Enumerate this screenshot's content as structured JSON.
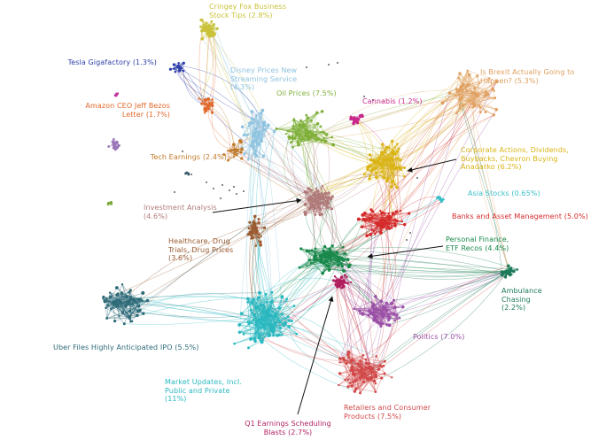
{
  "diagram": {
    "type": "network-graph",
    "clusters": [
      {
        "id": "cringey",
        "lines": [
          "Cringey Fox Business",
          "Stock Tips (2.8%)"
        ],
        "color": "#c9c23a",
        "align": "left"
      },
      {
        "id": "tesla",
        "lines": [
          "Tesla Gigafactory (1.3%)"
        ],
        "color": "#2d3fa8",
        "align": "right"
      },
      {
        "id": "disney",
        "lines": [
          "Disney Prices New",
          "Streaming Service",
          "(4.3%)"
        ],
        "color": "#8ec3e0",
        "align": "left"
      },
      {
        "id": "brexit",
        "lines": [
          "Is Brexit Actually Going to",
          "Happen? (5.3%)"
        ],
        "color": "#e0a060",
        "align": "left"
      },
      {
        "id": "bezos",
        "lines": [
          "Amazon CEO Jeff Bezos",
          "Letter (1.7%)"
        ],
        "color": "#e0682a",
        "align": "right"
      },
      {
        "id": "oil",
        "lines": [
          "Oil Prices (7.5%)"
        ],
        "color": "#7fb03a",
        "align": "left"
      },
      {
        "id": "cannabis",
        "lines": [
          "Cannabis (1.2%)"
        ],
        "color": "#c8288a",
        "align": "left"
      },
      {
        "id": "corporate",
        "lines": [
          "Corporate Actions, Dividends,",
          "Buybacks, Chevron Buying",
          "Anadarko (6.2%)"
        ],
        "color": "#d9b414",
        "align": "left"
      },
      {
        "id": "tech",
        "lines": [
          "Tech Earnings (2.4%)"
        ],
        "color": "#c07a2a",
        "align": "right"
      },
      {
        "id": "asia",
        "lines": [
          "Asia Stocks (0.65%)"
        ],
        "color": "#3cc0c8",
        "align": "left"
      },
      {
        "id": "investment",
        "lines": [
          "Investment Analysis",
          "(4.6%)"
        ],
        "color": "#b07a7a",
        "align": "left"
      },
      {
        "id": "banks",
        "lines": [
          "Banks and Asset Management (5.0%)"
        ],
        "color": "#d42a2a",
        "align": "left"
      },
      {
        "id": "healthcare",
        "lines": [
          "Healthcare, Drug",
          "Trials, Drug Prices",
          "(3.6%)"
        ],
        "color": "#9a5a30",
        "align": "left"
      },
      {
        "id": "personal",
        "lines": [
          "Personal Finance,",
          "ETF Recos (4.4%)"
        ],
        "color": "#18884a",
        "align": "left"
      },
      {
        "id": "ambulance",
        "lines": [
          "Ambulance",
          "Chasing",
          "(2.2%)"
        ],
        "color": "#1d7a58",
        "align": "left"
      },
      {
        "id": "uber",
        "lines": [
          "Uber Files Highly Anticipated IPO (5.5%)"
        ],
        "color": "#2e6a78",
        "align": "left"
      },
      {
        "id": "politics",
        "lines": [
          "Politics (7.0%)"
        ],
        "color": "#9a50a6",
        "align": "left"
      },
      {
        "id": "market",
        "lines": [
          "Market Updates, Incl.",
          "Public and Private",
          "(11%)"
        ],
        "color": "#2ab8c0",
        "align": "left"
      },
      {
        "id": "retailers",
        "lines": [
          "Retailers and Consumer",
          "Products (7.5%)"
        ],
        "color": "#d24848",
        "align": "left"
      },
      {
        "id": "q1",
        "lines": [
          "Q1 Earnings Scheduling",
          "Blasts (2.7%)"
        ],
        "color": "#b01e5e",
        "align": "center"
      }
    ],
    "isolated_colors": [
      "#9a74b8",
      "#c03aa0",
      "#7aa83a",
      "#3a5a6a",
      "#888888"
    ]
  }
}
